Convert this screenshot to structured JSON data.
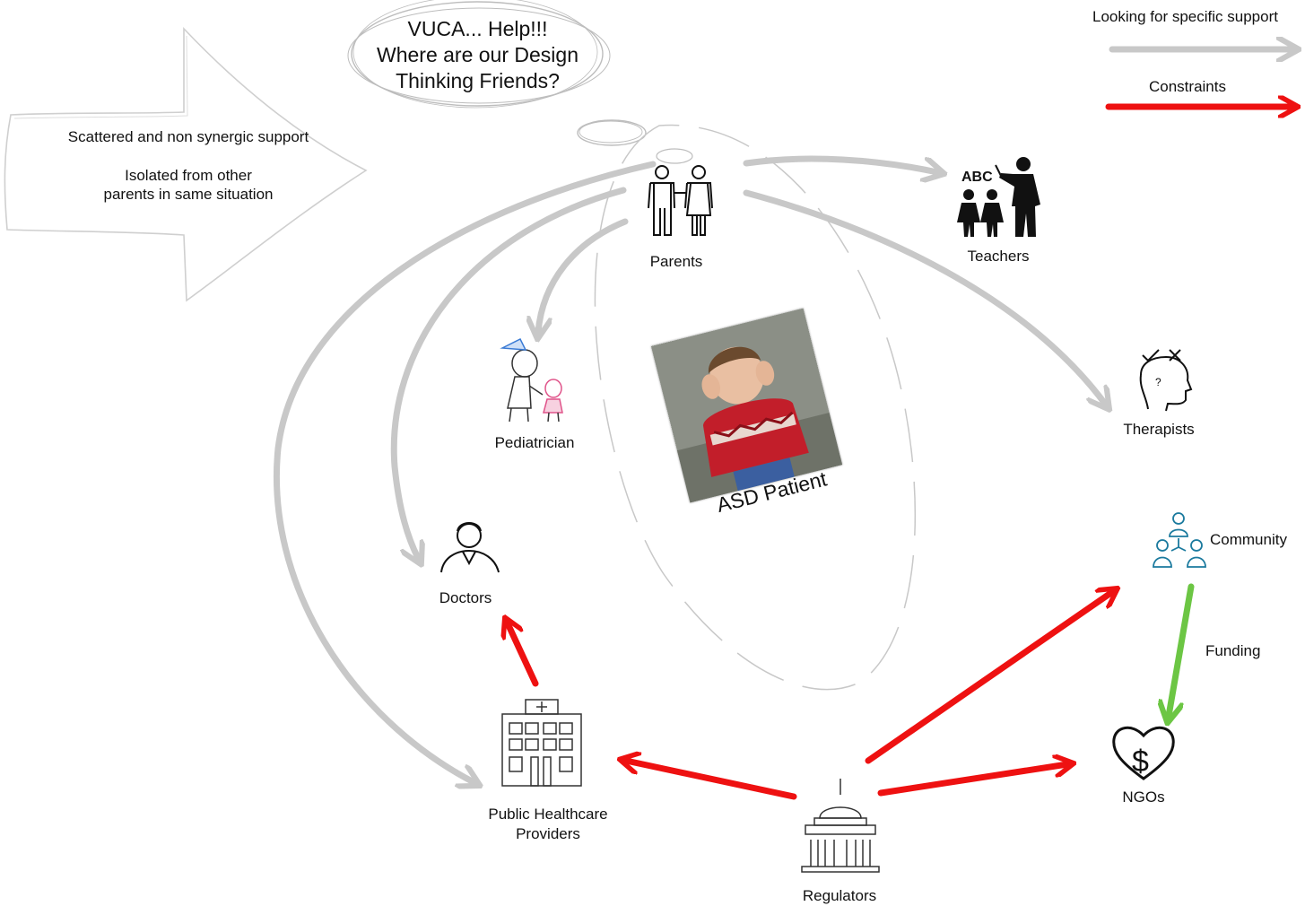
{
  "thought_bubble": {
    "line1": "VUCA... Help!!!",
    "line2": "Where are our Design",
    "line3": "Thinking Friends?"
  },
  "pain_points": {
    "item1": "Scattered and non synergic support",
    "item2_line1": "Isolated from other",
    "item2_line2": "parents in same situation"
  },
  "legend": {
    "support_label": "Looking for specific support",
    "support_color": "#c8c8c8",
    "constraints_label": "Constraints",
    "constraints_color": "#ee1111"
  },
  "center": {
    "label": "ASD Patient"
  },
  "nodes": {
    "parents": "Parents",
    "teachers": "Teachers",
    "teachers_icon_text": "ABC",
    "pediatrician": "Pediatrician",
    "therapists": "Therapists",
    "doctors": "Doctors",
    "community": "Community",
    "public_healthcare_line1": "Public Healthcare",
    "public_healthcare_line2": "Providers",
    "ngos": "NGOs",
    "regulators": "Regulators"
  },
  "edges": {
    "funding_label": "Funding",
    "funding_color": "#6cc644"
  }
}
